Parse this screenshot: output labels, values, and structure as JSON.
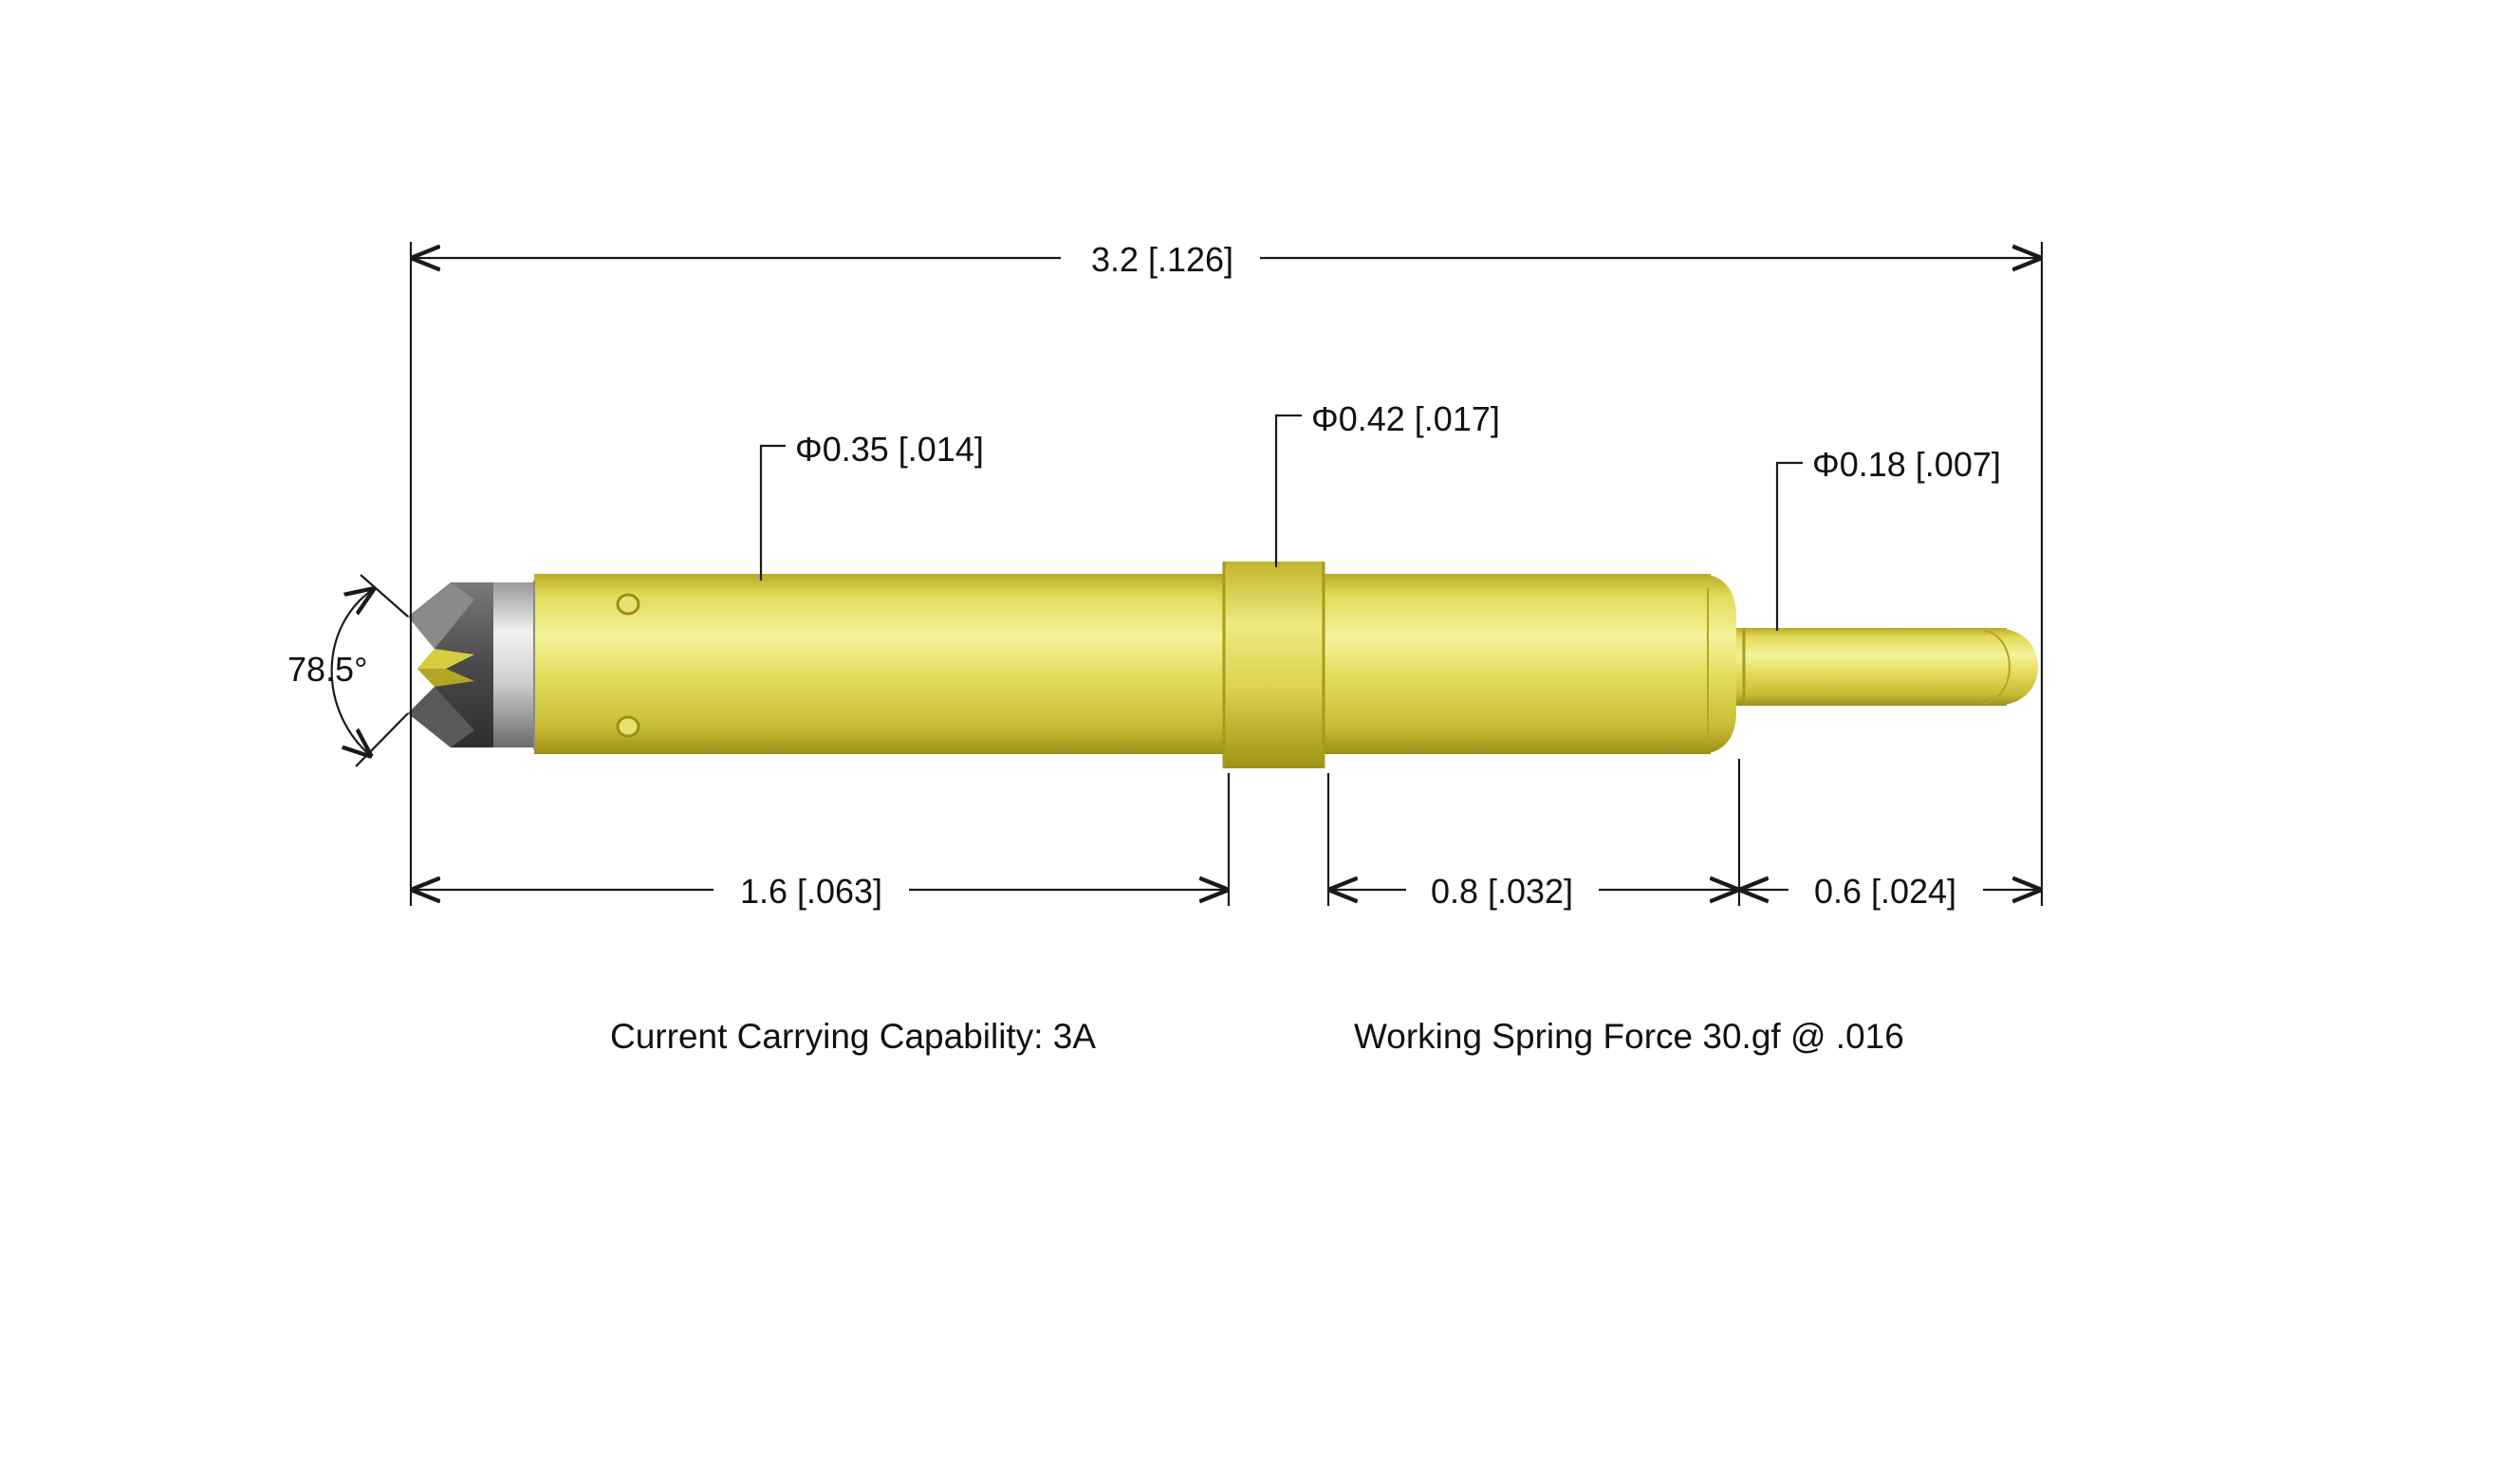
{
  "drawing": {
    "overall_length": "3.2  [.126]",
    "barrel_diameter": "Φ0.35  [.014]",
    "collar_diameter": "Φ0.42  [.017]",
    "plunger_diameter": "Φ0.18  [.007]",
    "tip_angle": "78.5°",
    "dim_tip_to_collar": "1.6  [.063]",
    "dim_collar_to_shoulder": "0.8  [.032]",
    "dim_plunger": "0.6  [.024]"
  },
  "notes": {
    "current_capability": "Current Carrying Capability:  3A",
    "spring_force": "Working Spring Force 30.gf @ .016"
  },
  "colors": {
    "gold_light": "#f2f08a",
    "gold_mid": "#d8d04a",
    "gold_dark": "#a89a1c",
    "steel_light": "#f0f0f0",
    "steel_dark": "#5c5c5c",
    "line": "#1a1a1a"
  }
}
